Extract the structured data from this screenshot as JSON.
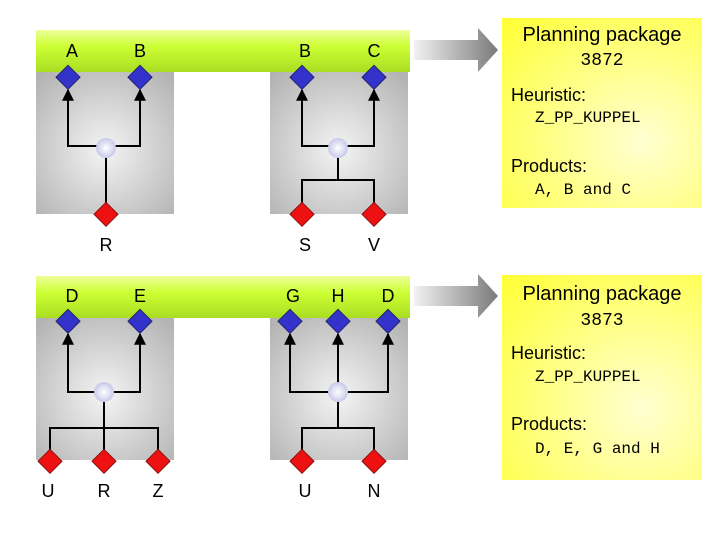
{
  "diagram": {
    "rows": [
      {
        "left_box": {
          "top_nodes": [
            "A",
            "B"
          ],
          "bottom_nodes": [
            "R"
          ]
        },
        "right_box": {
          "top_nodes": [
            "B",
            "C"
          ],
          "bottom_nodes": [
            "S",
            "V"
          ]
        },
        "package": {
          "title": "Planning package",
          "number": "3872",
          "heuristic_label": "Heuristic:",
          "heuristic_value": "Z_PP_KUPPEL",
          "products_label": "Products:",
          "products_value": "A, B and C"
        }
      },
      {
        "left_box": {
          "top_nodes": [
            "D",
            "E"
          ],
          "bottom_nodes": [
            "U",
            "R",
            "Z"
          ]
        },
        "right_box": {
          "top_nodes": [
            "G",
            "H",
            "D"
          ],
          "bottom_nodes": [
            "U",
            "N"
          ]
        },
        "package": {
          "title": "Planning package",
          "number": "3873",
          "heuristic_label": "Heuristic:",
          "heuristic_value": "Z_PP_KUPPEL",
          "products_label": "Products:",
          "products_value": "D, E, G and H"
        }
      }
    ],
    "colors": {
      "band": "#ccff33",
      "top_node": "#3333cc",
      "bottom_node": "#ee1111",
      "card": "#ffff33"
    }
  }
}
